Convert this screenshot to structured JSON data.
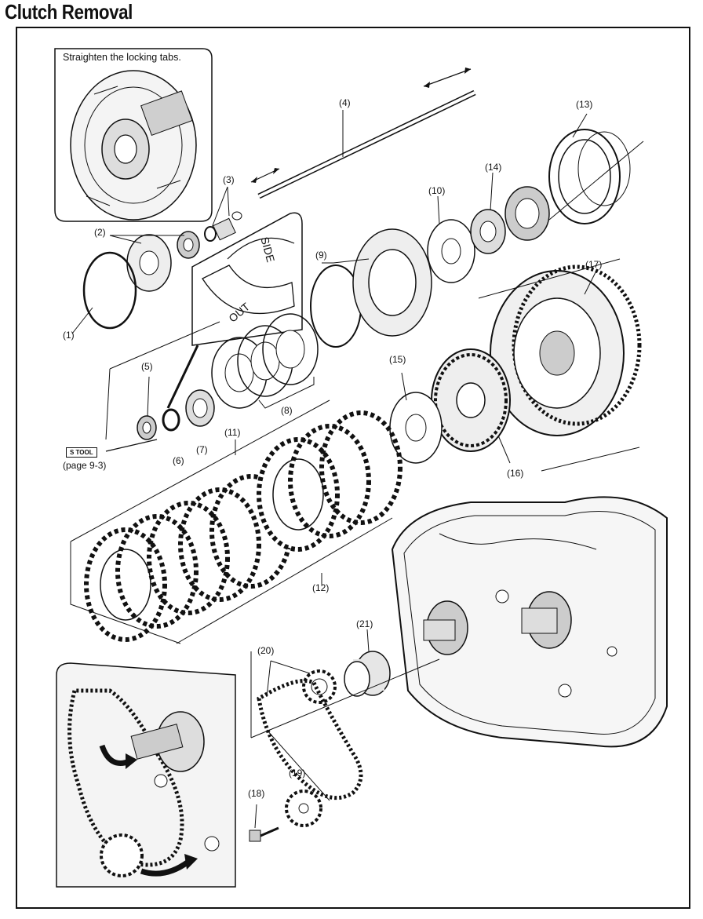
{
  "page": {
    "title": "Clutch Removal"
  },
  "inset_top": {
    "note": "Straighten the locking tabs."
  },
  "tool": {
    "badge": "S TOOL",
    "page_ref": "(page 9-3)"
  },
  "callouts": {
    "c1": "(1)",
    "c2": "(2)",
    "c3": "(3)",
    "c4": "(4)",
    "c5": "(5)",
    "c6": "(6)",
    "c7": "(7)",
    "c8": "(8)",
    "c9": "(9)",
    "c10": "(10)",
    "c11": "(11)",
    "c12": "(12)",
    "c13": "(13)",
    "c14": "(14)",
    "c15": "(15)",
    "c16": "(16)",
    "c17": "(17)",
    "c18": "(18)",
    "c19": "(19)",
    "c20": "(20)",
    "c21": "(21)"
  },
  "washer_label": {
    "out": "OUT",
    "side": "SIDE"
  }
}
